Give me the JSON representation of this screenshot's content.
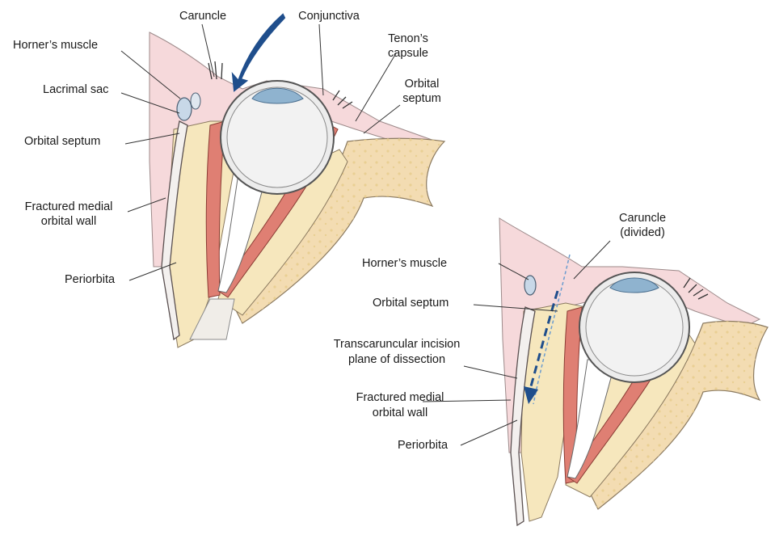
{
  "figure": {
    "panel_a": {
      "labels": {
        "caruncle": "Caruncle",
        "conjunctiva": "Conjunctiva",
        "horners_muscle": "Horner’s muscle",
        "tenons_capsule_1": "Tenon’s",
        "tenons_capsule_2": "capsule",
        "lacrimal_sac": "Lacrimal sac",
        "orbital_septum_right_1": "Orbital",
        "orbital_septum_right_2": "septum",
        "orbital_septum_left": "Orbital septum",
        "fractured_wall_1": "Fractured medial",
        "fractured_wall_2": "orbital wall",
        "periorbita": "Periorbita"
      }
    },
    "panel_b": {
      "labels": {
        "caruncle_1": "Caruncle",
        "caruncle_2": "(divided)",
        "horners_muscle": "Horner’s muscle",
        "orbital_septum": "Orbital septum",
        "incision_1": "Transcaruncular incision",
        "incision_2": "plane of dissection",
        "fractured_wall_1": "Fractured medial",
        "fractured_wall_2": "orbital wall",
        "periorbita": "Periorbita"
      }
    },
    "colors": {
      "skin": "#f6d9db",
      "fat": "#f6e7bd",
      "muscle": "#df7f73",
      "bone": "#f3dcb2",
      "sclera": "#ececec",
      "iris": "#8fb3cf",
      "arrow": "#1f4e8c"
    }
  }
}
